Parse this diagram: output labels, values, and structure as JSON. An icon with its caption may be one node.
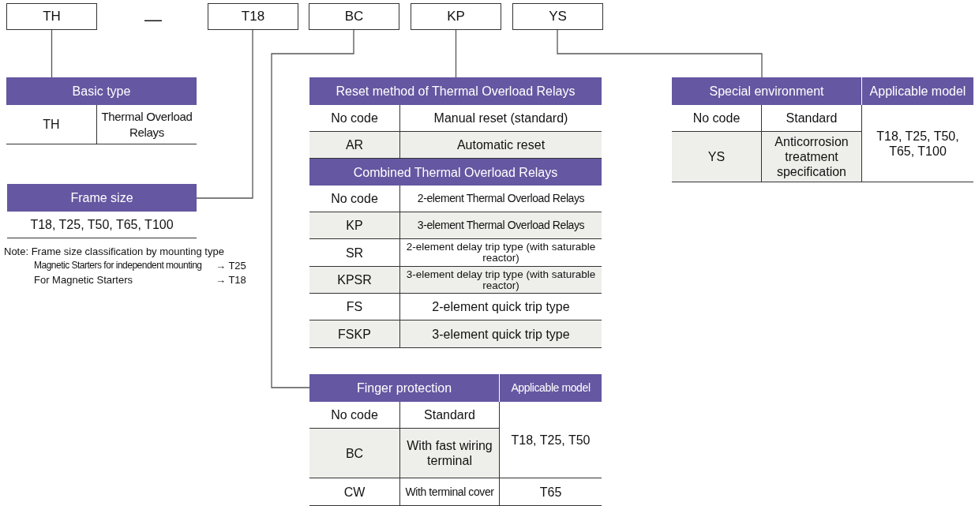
{
  "diagram": {
    "nodes": [
      {
        "text": [
          "TH"
        ]
      },
      {
        "text": [
          "T18"
        ]
      },
      {
        "text": [
          "BC"
        ]
      },
      {
        "text": [
          "KP"
        ]
      },
      {
        "text": [
          "YS"
        ]
      },
      {
        "text": [
          "Basic type",
          "TH",
          "Thermal Overload Relays"
        ]
      },
      {
        "text": [
          "Frame size",
          "T18, T25,  T50, T65, T100"
        ]
      },
      {
        "text": [
          "Reset method of Thermal Overload Relays",
          "No code",
          "Manual reset (standard)",
          "AR",
          "Automatic reset",
          "Combined Thermal Overload Relays",
          "No code",
          "2-element Thermal Overload Relays",
          "KP",
          "3-element Thermal Overload Relays",
          "SR",
          "2-element delay trip type (with saturable reactor)",
          "KPSR",
          "3-element delay trip type (with saturable reactor)",
          "FS",
          "2-element quick trip type",
          "FSKP",
          "3-element quick trip type"
        ]
      },
      {
        "text": [
          "Finger protection",
          "Applicable model",
          "No code",
          "Standard",
          "T18, T25, T50",
          "BC",
          "With fast wiring terminal",
          "CW",
          "With terminal cover",
          "T65"
        ]
      },
      {
        "text": [
          "Special environment",
          "Applicable model",
          "No code",
          "Standard",
          "T18, T25, T50, T65, T100",
          "YS",
          "Anticorrosion treatment specification"
        ]
      }
    ],
    "edges": [
      {
        "from": 0,
        "to": 5,
        "arrow": "none"
      },
      {
        "from": 1,
        "to": 6,
        "arrow": "none"
      },
      {
        "from": 2,
        "to": 8,
        "arrow": "none"
      },
      {
        "from": 3,
        "to": 7,
        "arrow": "none"
      },
      {
        "from": 4,
        "to": 9,
        "arrow": "none"
      }
    ],
    "labels": [
      "—",
      "Note: Frame size classification by mounting type",
      "Magnetic Starters for independent mounting",
      "→ T25",
      "For Magnetic Starters",
      "→ T18"
    ]
  }
}
